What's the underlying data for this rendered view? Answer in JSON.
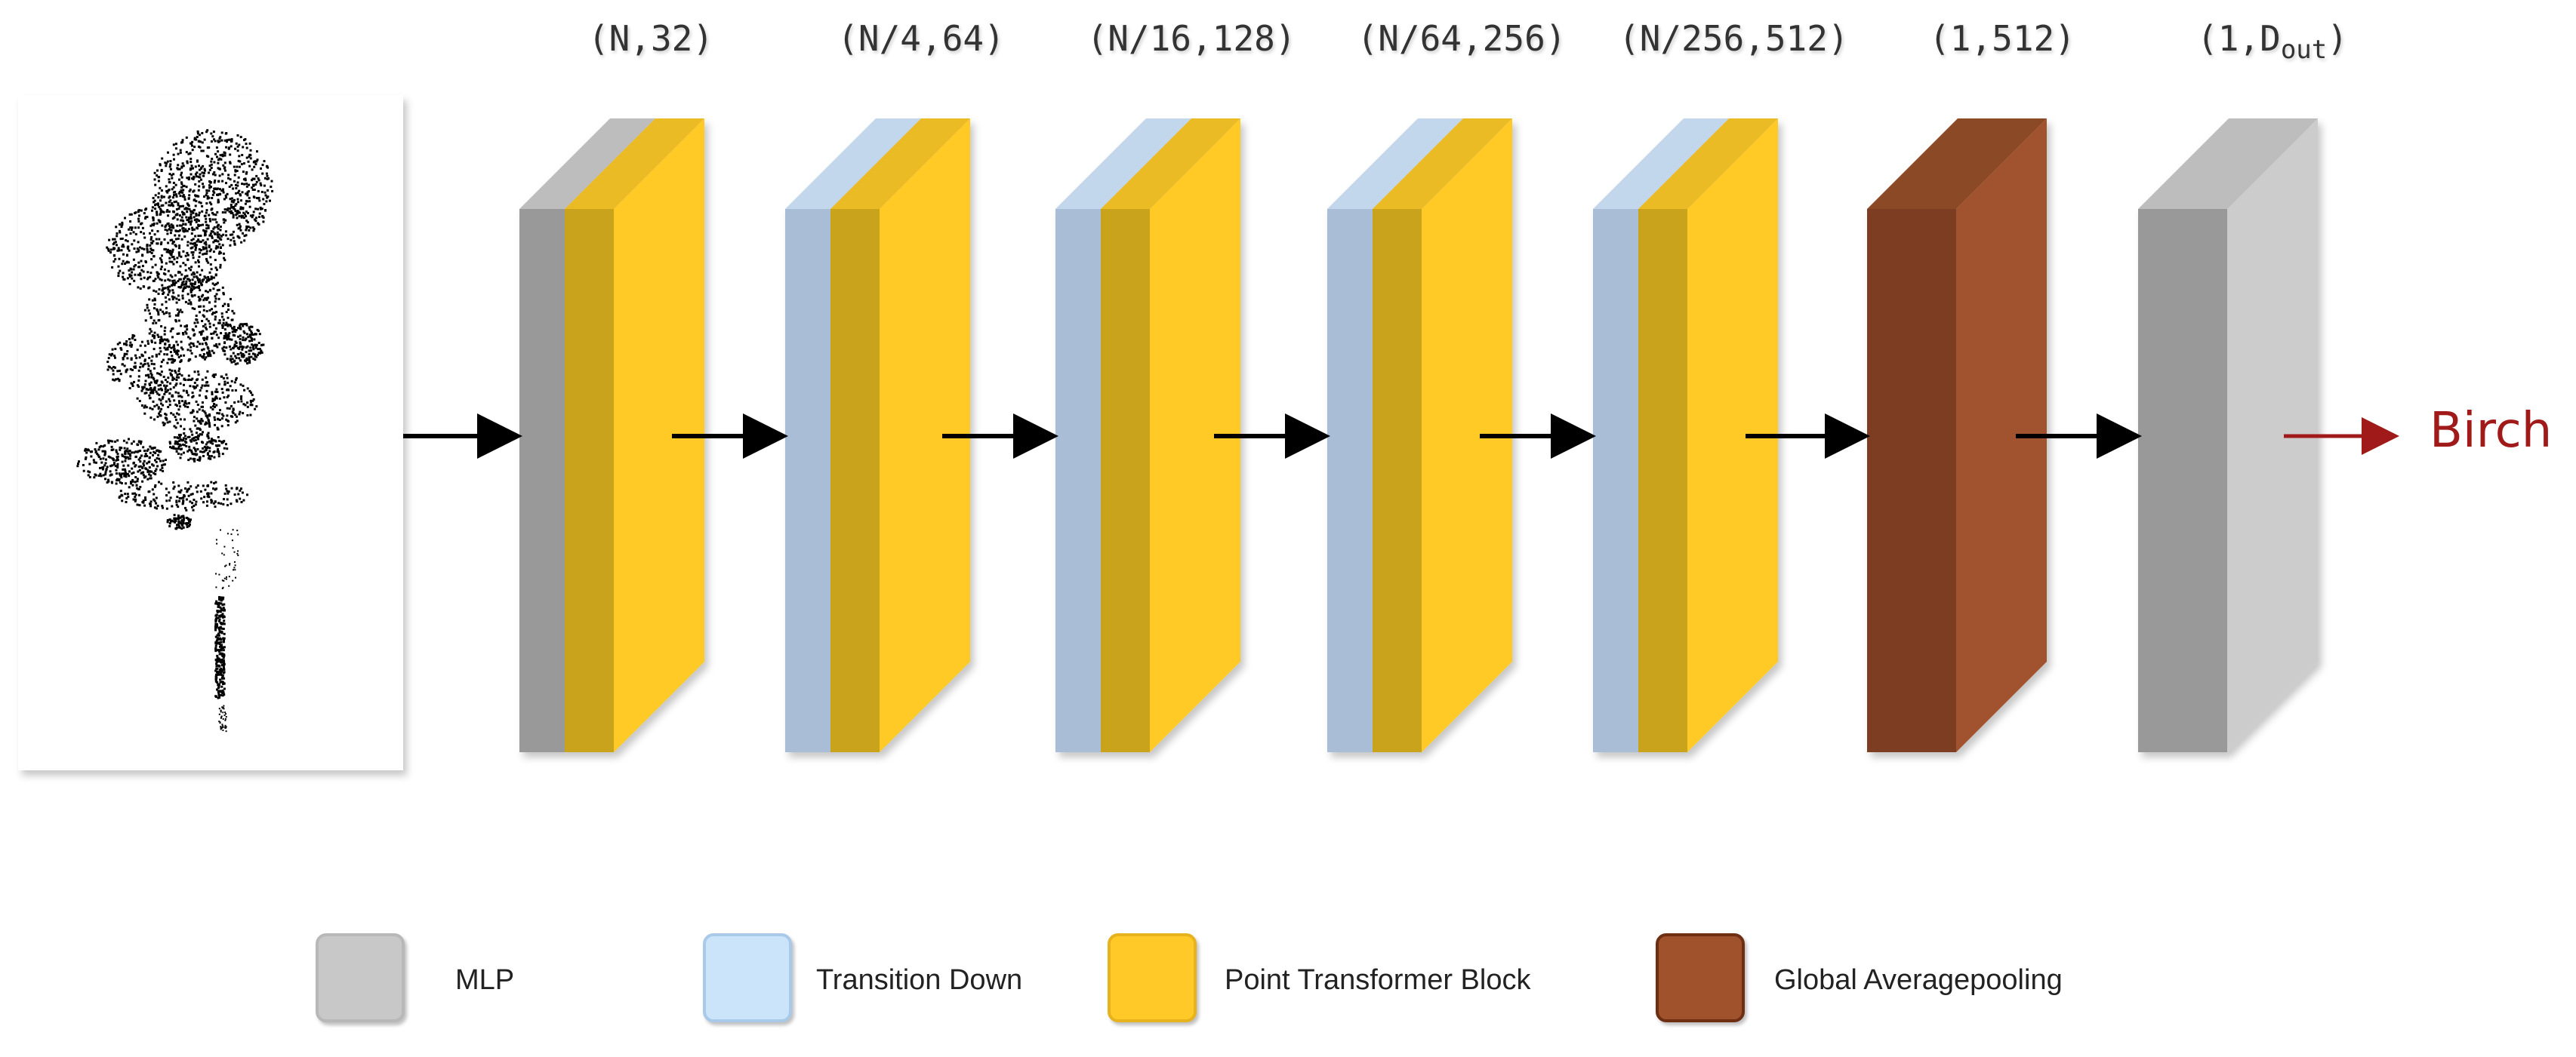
{
  "diagram": {
    "stages": [
      {
        "label": "(N,32)",
        "kind": "mlp_ptb"
      },
      {
        "label": "(N/4,64)",
        "kind": "td_ptb"
      },
      {
        "label": "(N/16,128)",
        "kind": "td_ptb"
      },
      {
        "label": "(N/64,256)",
        "kind": "td_ptb"
      },
      {
        "label": "(N/256,512)",
        "kind": "td_ptb"
      },
      {
        "label": "(1,512)",
        "kind": "gap"
      },
      {
        "label_main": "(1,D",
        "label_sub": "out",
        "label_end": ")",
        "kind": "mlp"
      }
    ],
    "output": {
      "label": "Birch"
    },
    "legend": [
      {
        "label": "MLP",
        "color": "#c8c8c8"
      },
      {
        "label": "Transition Down",
        "color": "#cce4fa"
      },
      {
        "label": "Point Transformer Block",
        "color": "#ffca28"
      },
      {
        "label": "Global Averagepooling",
        "color": "#a0522d"
      }
    ],
    "colors": {
      "mlp_front": "#999999",
      "mlp_side": "#cccccc",
      "mlp_top": "#bdbdbd",
      "td_front": "#a9bdd6",
      "td_top": "#c2d6ec",
      "ptb_front": "#c9a31c",
      "ptb_side": "#ffca28",
      "ptb_top": "#ebbb28",
      "gap_front": "#7b3d22",
      "gap_side": "#a0522d",
      "gap_top": "#8b4a28",
      "output_arrow": "#a01a1a",
      "arrow": "#000000"
    }
  }
}
